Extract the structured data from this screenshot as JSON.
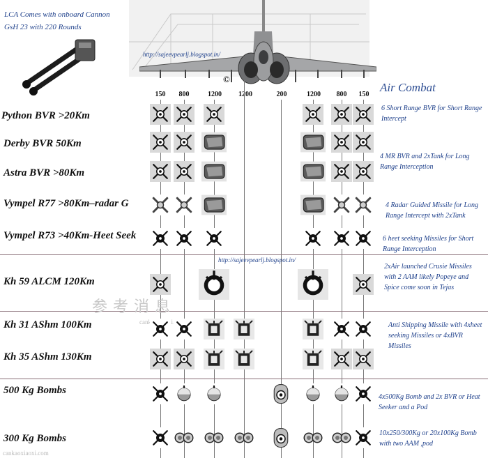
{
  "header": {
    "cannon_line1": "LCA Comes with onboard Cannon",
    "cannon_line2": "GsH 23 with 220 Rounds",
    "url_top": "http://sajeevpearlj.blogspot.in/",
    "url_mid": "http://sajeevpearlj.blogspot.in/",
    "copyright": "©",
    "air_combat": "Air Combat"
  },
  "stations": [
    "150",
    "800",
    "1200",
    "1200",
    "200",
    "1200",
    "800",
    "150"
  ],
  "rows": [
    {
      "label": "Python BVR   >20Km",
      "desc": "6 Short Range BVR for Short Range Intercept"
    },
    {
      "label": "Derby BVR  50Km",
      "desc": "4 MR BVR and 2xTank for Long Range Interception"
    },
    {
      "label": "Astra BVR  >80Km",
      "desc": ""
    },
    {
      "label": "Vympel R77    >80Km–radar G",
      "desc": "4 Radar Guided Missile for Long Range Intercept with 2xTank"
    },
    {
      "label": "Vympel R73  >40Km-Heet Seek",
      "desc": "6 heet seeking Missiles for Short Range Interception"
    },
    {
      "label": "Kh 59 ALCM 120Km",
      "desc": "2xAir launched Crusie Missiles with 2 AAM likely Popeye and Spice come soon in Tejas"
    },
    {
      "label": "Kh 31 AShm 100Km",
      "desc": "Anti Shipping Missile with 4xheet seeking Missiles or 4xBVR Missiles"
    },
    {
      "label": "Kh 35 AShm 130Km",
      "desc": ""
    },
    {
      "label": "500 Kg Bombs",
      "desc": "4x500Kg Bomb and 2x BVR or Heat Seeker and a Pod"
    },
    {
      "label": "300 Kg Bombs",
      "desc": "10x250/300Kg or 20x100Kg Bomb with two AAM ,pod"
    }
  ],
  "watermark": "cankaoxiaoxi.com",
  "colors": {
    "text_blue": "#1d3f8a",
    "heading_blue": "#2e4e93",
    "divider": "#8a6f78",
    "box_gray": "#d9d9d9"
  }
}
